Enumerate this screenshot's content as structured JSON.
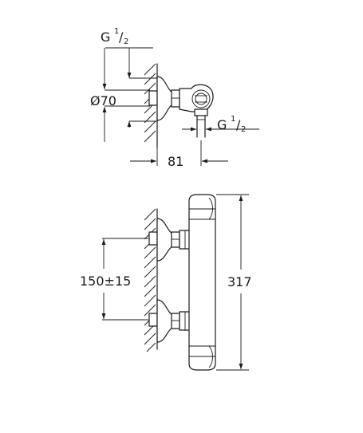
{
  "top_view": {
    "thread_top": {
      "main": "G",
      "num": "1",
      "sep": "/",
      "den": "2"
    },
    "diameter": "Ø70",
    "thread_right": {
      "main": "G",
      "num": "1",
      "sep": "/",
      "den": "2"
    },
    "width": "81"
  },
  "front_view": {
    "spacing": "150±15",
    "height": "317"
  }
}
